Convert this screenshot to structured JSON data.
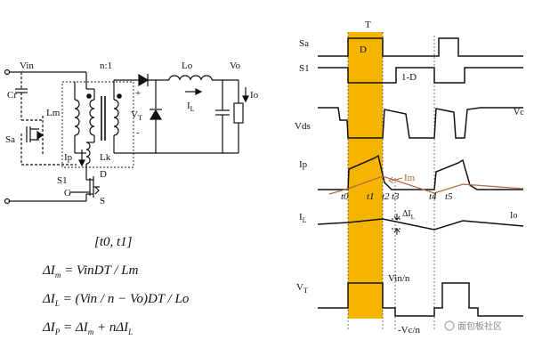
{
  "circuit": {
    "vin": "Vin",
    "cr": "Cr",
    "sa": "Sa",
    "lm": "Lm",
    "ratio": "n:1",
    "lo": "Lo",
    "vo": "Vo",
    "io": "Io",
    "vt": "V",
    "vt_sub": "T",
    "il": "I",
    "il_sub": "L",
    "ip": "Ip",
    "lk": "Lk",
    "s1": "S1",
    "d": "D",
    "g": "G",
    "s": "S",
    "plus": "+",
    "minus": "-"
  },
  "interval": "[t0, t1]",
  "equations": [
    {
      "lhs": "ΔI",
      "sub": "m",
      "rhs": " = VinDT / Lm"
    },
    {
      "lhs": "ΔI",
      "sub": "L",
      "rhs": " = (Vin / n − Vo)DT / Lo"
    },
    {
      "lhs": "ΔI",
      "sub": "P",
      "rhs_a": " = ΔI",
      "sub2": "m",
      "rhs_b": " + nΔI",
      "sub3": "L"
    }
  ],
  "waveforms": {
    "period": "T",
    "duty": "D",
    "one_minus_d": "1-D",
    "sa": "Sa",
    "s1": "S1",
    "vds": "Vds",
    "vds_level": "Vc",
    "ip": "Ip",
    "im": "Im",
    "il": "I",
    "il_sub": "L",
    "delta_il": "ΔI",
    "delta_il_sub": "L",
    "io": "Io",
    "vt": "V",
    "vt_sub": "T",
    "vin_n": "Vin/n",
    "neg_vc_n": "-Vc/n",
    "times": [
      "t0",
      "t1",
      "t2",
      "t3",
      "t4",
      "t5"
    ]
  },
  "watermark": "面包板社区",
  "colors": {
    "highlight": "#f5b400",
    "im_trace": "#b5683a",
    "ink": "#111111"
  }
}
